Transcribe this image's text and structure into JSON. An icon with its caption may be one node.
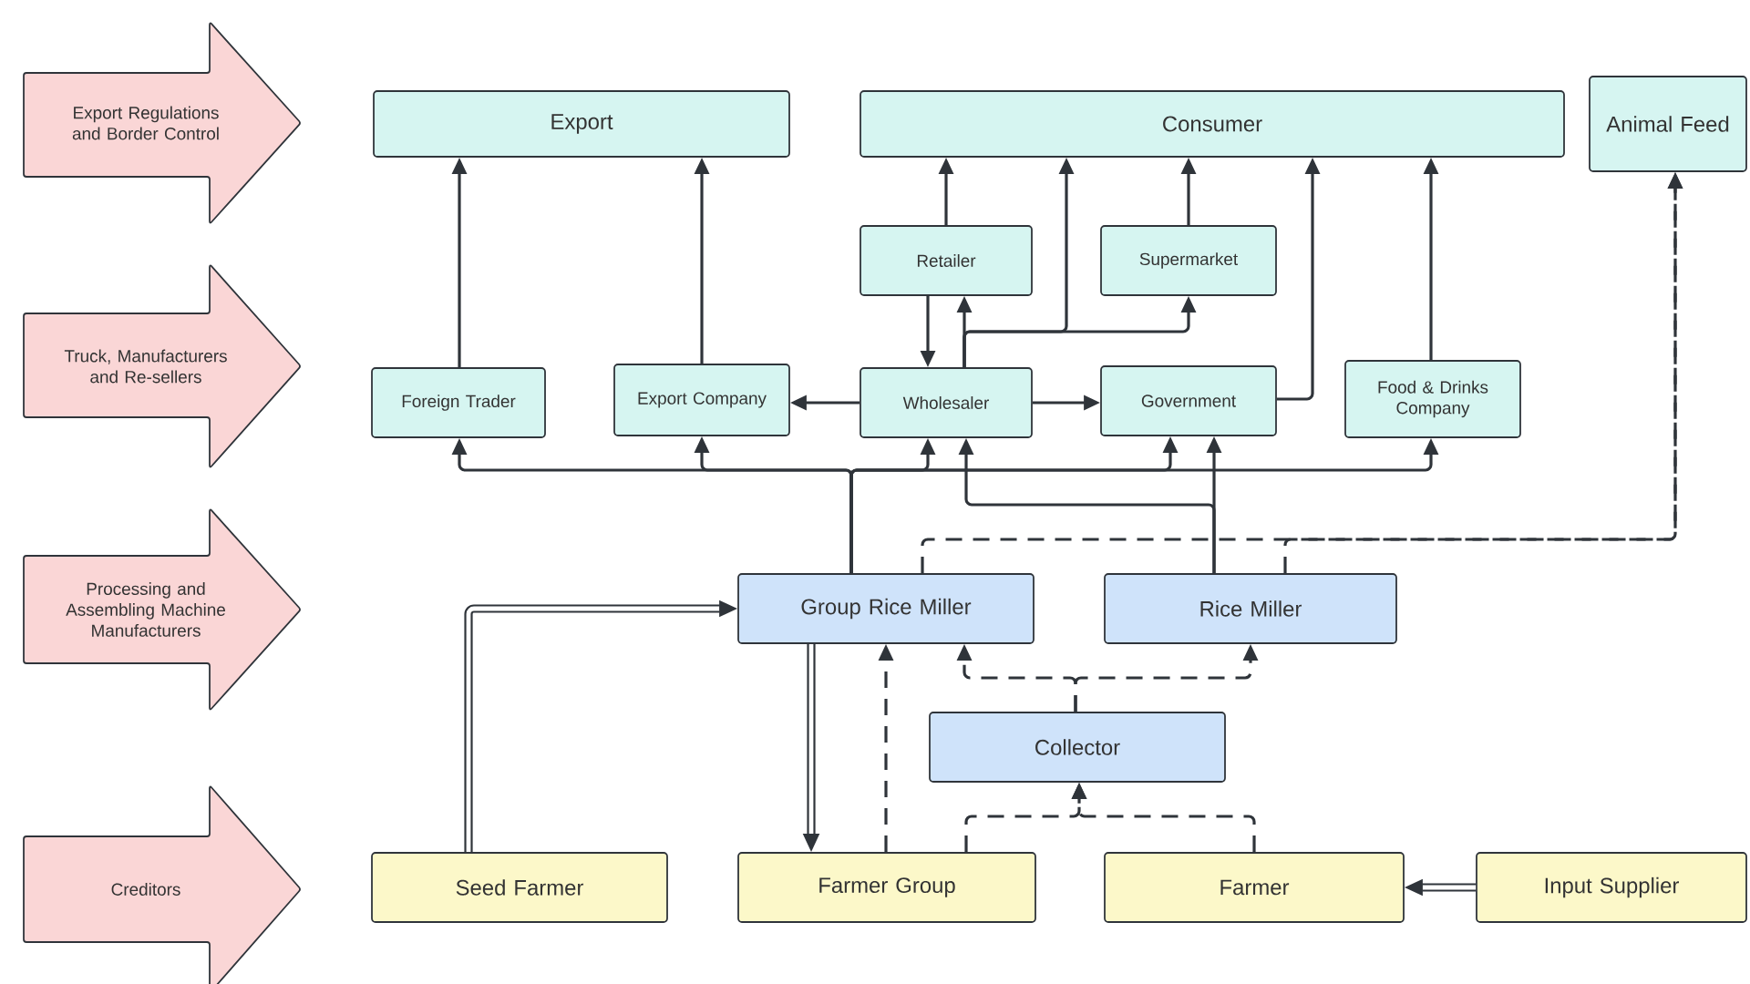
{
  "diagram": {
    "nodes": [
      {
        "text": [
          "Export Regulations and Border Control"
        ]
      },
      {
        "text": [
          "Truck, Manufacturers and Re-sellers"
        ]
      },
      {
        "text": [
          "Processing and Assembling Machine Manufacturers"
        ]
      },
      {
        "text": [
          "Creditors"
        ]
      },
      {
        "text": [
          "Export"
        ]
      },
      {
        "text": [
          "Consumer"
        ]
      },
      {
        "text": [
          "Animal Feed"
        ]
      },
      {
        "text": [
          "Retailer"
        ]
      },
      {
        "text": [
          "Supermarket"
        ]
      },
      {
        "text": [
          "Foreign Trader"
        ]
      },
      {
        "text": [
          "Export Company"
        ]
      },
      {
        "text": [
          "Wholesaler"
        ]
      },
      {
        "text": [
          "Government"
        ]
      },
      {
        "text": [
          "Food & Drinks Company"
        ]
      },
      {
        "text": [
          "Group Rice Miller"
        ]
      },
      {
        "text": [
          "Rice Miller"
        ]
      },
      {
        "text": [
          "Collector"
        ]
      },
      {
        "text": [
          "Seed Farmer"
        ]
      },
      {
        "text": [
          "Farmer Group"
        ]
      },
      {
        "text": [
          "Farmer"
        ]
      },
      {
        "text": [
          "Input Supplier"
        ]
      }
    ],
    "edges": [
      {
        "from": 9,
        "to": 4,
        "arrow": "to"
      },
      {
        "from": 10,
        "to": 4,
        "arrow": "to"
      },
      {
        "from": 7,
        "to": 5,
        "arrow": "to"
      },
      {
        "from": 7,
        "to": 11,
        "arrow": "to"
      },
      {
        "from": 11,
        "to": 7,
        "arrow": "to"
      },
      {
        "from": 11,
        "to": 5,
        "arrow": "to"
      },
      {
        "from": 11,
        "to": 8,
        "arrow": "to"
      },
      {
        "from": 8,
        "to": 5,
        "arrow": "to"
      },
      {
        "from": 11,
        "to": 10,
        "arrow": "to"
      },
      {
        "from": 11,
        "to": 12,
        "arrow": "to"
      },
      {
        "from": 12,
        "to": 5,
        "arrow": "to"
      },
      {
        "from": 13,
        "to": 5,
        "arrow": "to"
      },
      {
        "from": 14,
        "to": 9,
        "arrow": "to"
      },
      {
        "from": 14,
        "to": 10,
        "arrow": "to"
      },
      {
        "from": 14,
        "to": 11,
        "arrow": "to"
      },
      {
        "from": 14,
        "to": 12,
        "arrow": "to"
      },
      {
        "from": 14,
        "to": 13,
        "arrow": "to"
      },
      {
        "from": 15,
        "to": 12,
        "arrow": "to"
      },
      {
        "from": 15,
        "to": 11,
        "arrow": "to"
      },
      {
        "from": 14,
        "to": 6,
        "arrow": "to",
        "style": "dashed"
      },
      {
        "from": 15,
        "to": 6,
        "arrow": "to",
        "style": "dashed"
      },
      {
        "from": 16,
        "to": 14,
        "arrow": "to",
        "style": "dashed"
      },
      {
        "from": 16,
        "to": 15,
        "arrow": "to",
        "style": "dashed"
      },
      {
        "from": 18,
        "to": 16,
        "arrow": "to",
        "style": "dashed"
      },
      {
        "from": 19,
        "to": 16,
        "arrow": "to",
        "style": "dashed"
      },
      {
        "from": 18,
        "to": 14,
        "arrow": "to",
        "style": "dashed"
      },
      {
        "from": 17,
        "to": 14,
        "arrow": "to",
        "style": "thick"
      },
      {
        "from": 14,
        "to": 18,
        "arrow": "to",
        "style": "thick"
      },
      {
        "from": 20,
        "to": 19,
        "arrow": "to",
        "style": "thick"
      }
    ]
  }
}
